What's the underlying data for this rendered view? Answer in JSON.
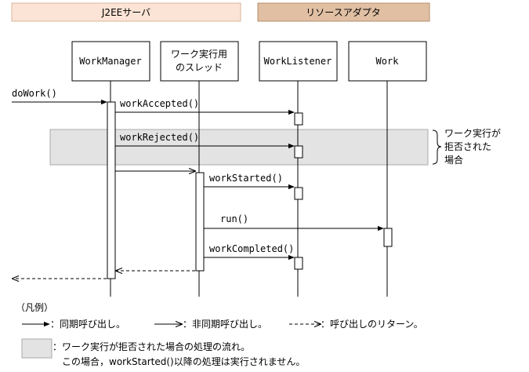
{
  "regions": {
    "server": {
      "label": "J2EEサーバ",
      "fill": "#fbe4d5",
      "stroke": "#d9b49a"
    },
    "adapter": {
      "label": "リソースアダプタ",
      "fill": "#e0bfa3",
      "stroke": "#b58c6a"
    }
  },
  "participants": {
    "work_manager": "WorkManager",
    "worker_thread_line1": "ワーク実行用",
    "worker_thread_line2": "のスレッド",
    "work_listener": "WorkListener",
    "work": "Work"
  },
  "messages": {
    "do_work": "doWork()",
    "work_accepted": "workAccepted()",
    "work_rejected": "workRejected()",
    "work_started": "workStarted()",
    "run": "run()",
    "work_completed": "workCompleted()"
  },
  "rejection_note": {
    "line1": "ワーク実行が",
    "line2": "拒否された",
    "line3": "場合",
    "fill": "#e3e3e3"
  },
  "legend": {
    "title": "（凡例）",
    "sync_call": "：同期呼び出し。",
    "async_call": "：非同期呼び出し。",
    "return_call": "：呼び出しのリターン。",
    "shaded_line1": "：ワーク実行が拒否された場合の処理の流れ。",
    "shaded_line2": "この場合，workStarted()以降の処理は実行されません。"
  }
}
